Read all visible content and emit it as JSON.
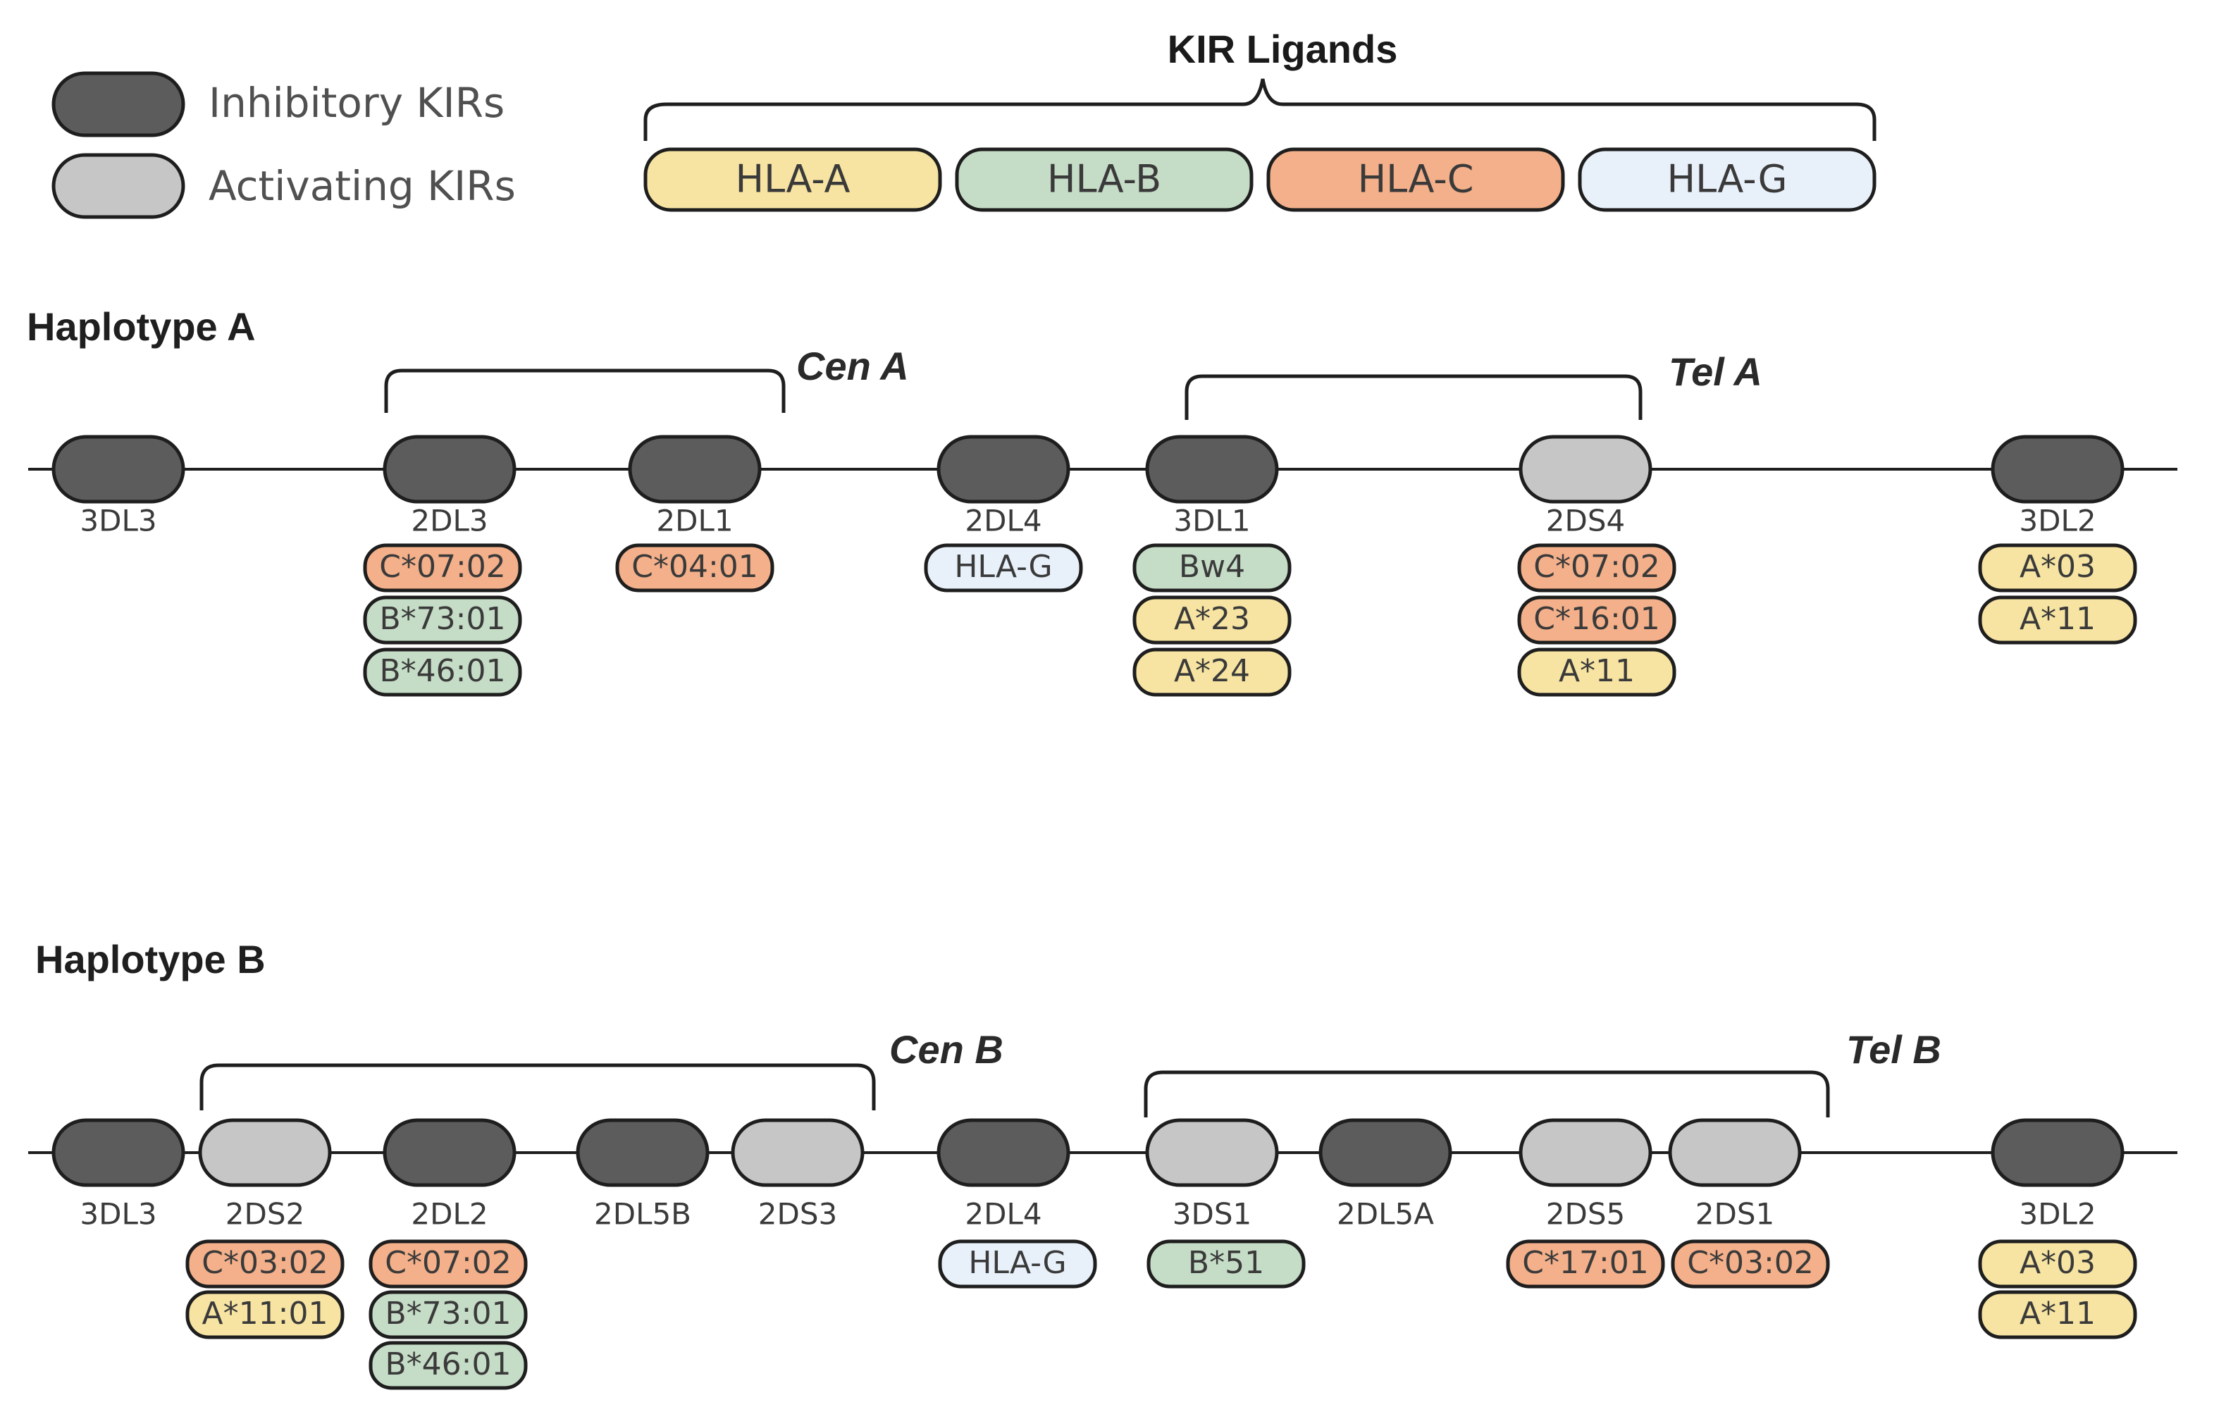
{
  "colors": {
    "inhibitory": "#5c5c5c",
    "activating": "#c6c6c6",
    "hla_a": "#f7e4a2",
    "hla_b": "#c5dcc6",
    "hla_c": "#f3b08a",
    "hla_g": "#e8f0fa"
  },
  "legend": {
    "inhibitory_label": "Inhibitory KIRs",
    "activating_label": "Activating KIRs"
  },
  "ligands": {
    "title": "KIR Ligands",
    "items": [
      {
        "label": "HLA-A",
        "color_key": "hla_a"
      },
      {
        "label": "HLA-B",
        "color_key": "hla_b"
      },
      {
        "label": "HLA-C",
        "color_key": "hla_c"
      },
      {
        "label": "HLA-G",
        "color_key": "hla_g"
      }
    ]
  },
  "haplotype_a": {
    "title": "Haplotype A",
    "cen_label": "Cen A",
    "tel_label": "Tel A",
    "genes": [
      {
        "name": "3DL3",
        "type": "inhibitory",
        "ligands": []
      },
      {
        "name": "2DL3",
        "type": "inhibitory",
        "ligands": [
          {
            "label": "C*07:02",
            "group": "hla_c"
          },
          {
            "label": "B*73:01",
            "group": "hla_b"
          },
          {
            "label": "B*46:01",
            "group": "hla_b"
          }
        ]
      },
      {
        "name": "2DL1",
        "type": "inhibitory",
        "ligands": [
          {
            "label": "C*04:01",
            "group": "hla_c"
          }
        ]
      },
      {
        "name": "2DL4",
        "type": "inhibitory",
        "ligands": [
          {
            "label": "HLA-G",
            "group": "hla_g"
          }
        ]
      },
      {
        "name": "3DL1",
        "type": "inhibitory",
        "ligands": [
          {
            "label": "Bw4",
            "group": "hla_b"
          },
          {
            "label": "A*23",
            "group": "hla_a"
          },
          {
            "label": "A*24",
            "group": "hla_a"
          }
        ]
      },
      {
        "name": "2DS4",
        "type": "activating",
        "ligands": [
          {
            "label": "C*07:02",
            "group": "hla_c"
          },
          {
            "label": "C*16:01",
            "group": "hla_c"
          },
          {
            "label": "A*11",
            "group": "hla_a"
          }
        ]
      },
      {
        "name": "3DL2",
        "type": "inhibitory",
        "ligands": [
          {
            "label": "A*03",
            "group": "hla_a"
          },
          {
            "label": "A*11",
            "group": "hla_a"
          }
        ]
      }
    ]
  },
  "haplotype_b": {
    "title": "Haplotype B",
    "cen_label": "Cen B",
    "tel_label": "Tel B",
    "genes": [
      {
        "name": "3DL3",
        "type": "inhibitory",
        "ligands": []
      },
      {
        "name": "2DS2",
        "type": "activating",
        "ligands": [
          {
            "label": "C*03:02",
            "group": "hla_c"
          },
          {
            "label": "A*11:01",
            "group": "hla_a"
          }
        ]
      },
      {
        "name": "2DL2",
        "type": "inhibitory",
        "ligands": [
          {
            "label": "C*07:02",
            "group": "hla_c"
          },
          {
            "label": "B*73:01",
            "group": "hla_b"
          },
          {
            "label": "B*46:01",
            "group": "hla_b"
          }
        ]
      },
      {
        "name": "2DL5B",
        "type": "inhibitory",
        "ligands": []
      },
      {
        "name": "2DS3",
        "type": "activating",
        "ligands": []
      },
      {
        "name": "2DL4",
        "type": "inhibitory",
        "ligands": [
          {
            "label": "HLA-G",
            "group": "hla_g"
          }
        ]
      },
      {
        "name": "3DS1",
        "type": "activating",
        "ligands": [
          {
            "label": "B*51",
            "group": "hla_b"
          }
        ]
      },
      {
        "name": "2DL5A",
        "type": "inhibitory",
        "ligands": []
      },
      {
        "name": "2DS5",
        "type": "activating",
        "ligands": [
          {
            "label": "C*17:01",
            "group": "hla_c"
          }
        ]
      },
      {
        "name": "2DS1",
        "type": "activating",
        "ligands": [
          {
            "label": "C*03:02",
            "group": "hla_c"
          }
        ]
      },
      {
        "name": "3DL2",
        "type": "inhibitory",
        "ligands": [
          {
            "label": "A*03",
            "group": "hla_a"
          },
          {
            "label": "A*11",
            "group": "hla_a"
          }
        ]
      }
    ]
  }
}
